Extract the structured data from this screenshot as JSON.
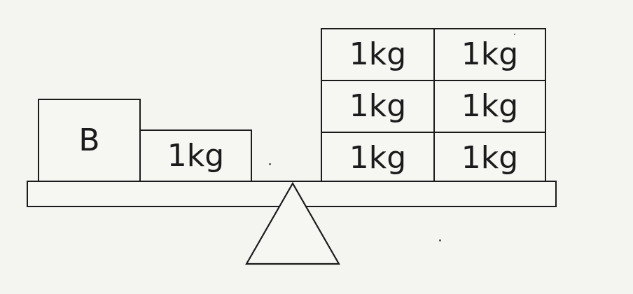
{
  "left_pan": {
    "unknown_block_label": "B",
    "weight_label": "1kg"
  },
  "right_pan": {
    "rows": [
      [
        "1kg",
        "1kg"
      ],
      [
        "1kg",
        "1kg"
      ],
      [
        "1kg",
        "1kg"
      ]
    ]
  }
}
